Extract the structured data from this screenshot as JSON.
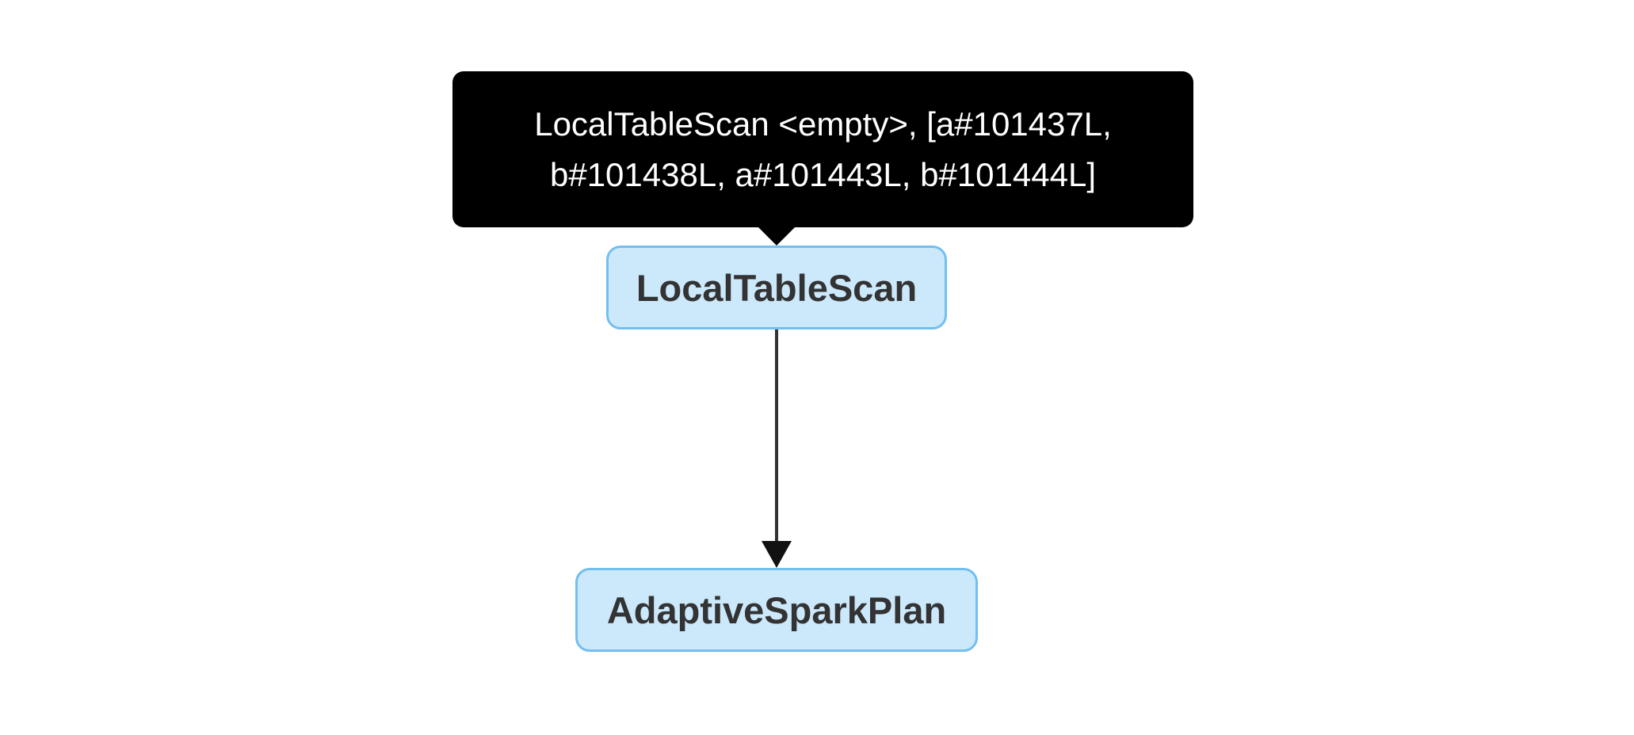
{
  "tooltip": {
    "line1": "LocalTableScan <empty>, [a#101437L,",
    "line2": "b#101438L, a#101443L, b#101444L]"
  },
  "nodes": [
    {
      "id": "local-table-scan",
      "label": "LocalTableScan"
    },
    {
      "id": "adaptive-spark-plan",
      "label": "AdaptiveSparkPlan"
    }
  ],
  "edges": [
    {
      "from": "local-table-scan",
      "to": "adaptive-spark-plan"
    }
  ],
  "colors": {
    "node_fill": "#cce8fb",
    "node_border": "#73bff0",
    "node_text": "#333333",
    "tooltip_bg": "#000000",
    "tooltip_text": "#ffffff",
    "edge": "#333333"
  }
}
